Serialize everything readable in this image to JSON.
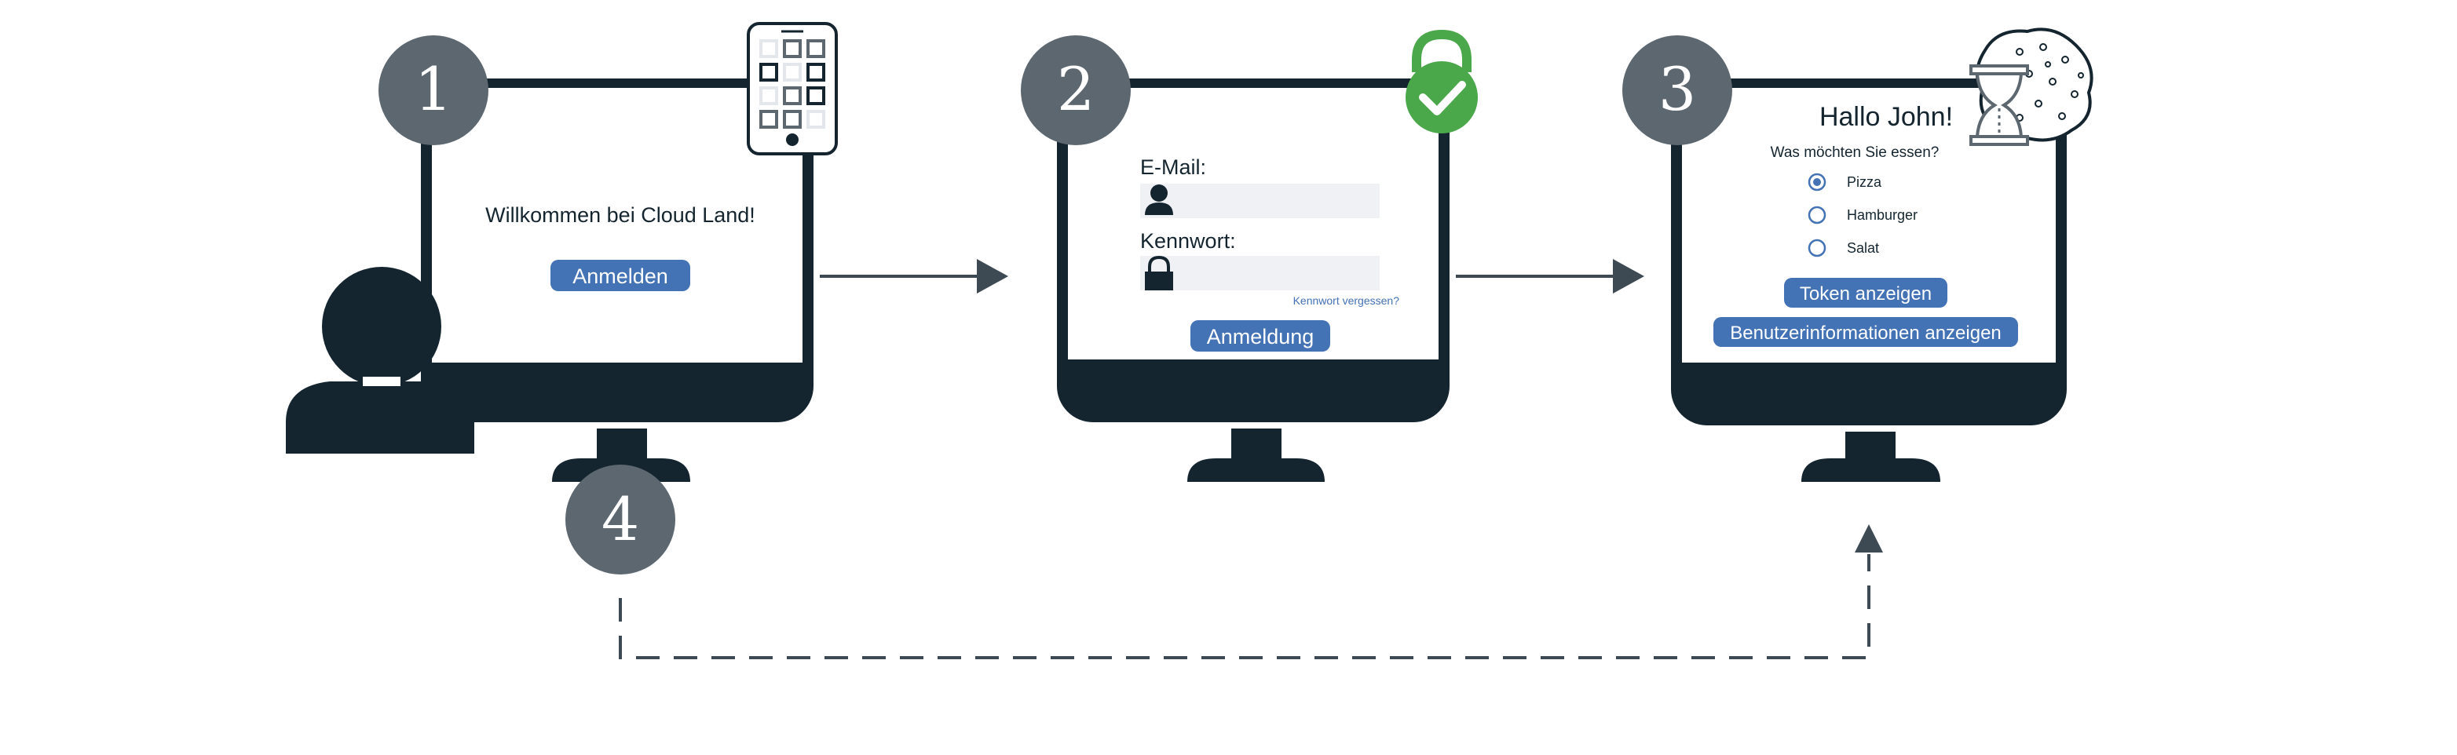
{
  "colors": {
    "dark": "#14252f",
    "step_circle": "#5c6770",
    "button": "#4372b5",
    "field": "#eff1f4",
    "link": "#4372b5",
    "lock_green": "#4aa84a",
    "arrow": "#3d4a53"
  },
  "steps": {
    "one": "1",
    "two": "2",
    "three": "3",
    "four": "4"
  },
  "screen1": {
    "welcome": "Willkommen bei Cloud Land!",
    "login_button": "Anmelden"
  },
  "screen2": {
    "email_label": "E-Mail:",
    "password_label": "Kennwort:",
    "forgot_link": "Kennwort vergessen?",
    "submit_button": "Anmeldung"
  },
  "screen3": {
    "greeting": "Hallo John!",
    "question": "Was möchten Sie essen?",
    "options": [
      "Pizza",
      "Hamburger",
      "Salat"
    ],
    "selected_option": "Pizza",
    "token_button": "Token anzeigen",
    "userinfo_button": "Benutzerinformationen anzeigen"
  },
  "icons": {
    "user": "user-silhouette-icon",
    "tablet": "authenticator-tablet-icon",
    "lock": "padlock-check-icon",
    "timer": "hourglass-icon",
    "cookie": "cookie-icon"
  }
}
